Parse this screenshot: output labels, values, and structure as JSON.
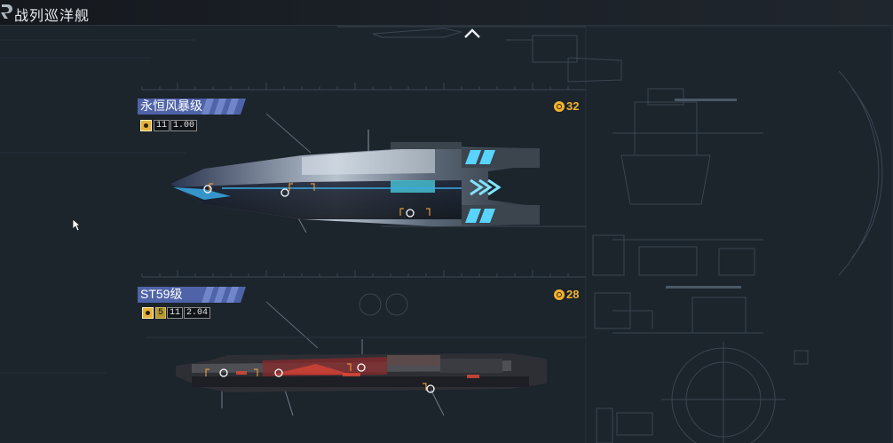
{
  "header": {
    "title": "战列巡洋舰"
  },
  "ships": [
    {
      "name": "永恒风暴级",
      "level_prefix": "11",
      "level_value": "1.00",
      "cost": "32",
      "accent": "#5fd4ff"
    },
    {
      "name": "ST59级",
      "tier": "5",
      "level_prefix": "11",
      "level_value": "2.04",
      "cost": "28",
      "accent": "#ff4a3a"
    }
  ],
  "colors": {
    "background": "#1c242c",
    "banner": "#4f63a8",
    "cost": "#f2b22f",
    "blueprint_line": "#3c4a56"
  }
}
